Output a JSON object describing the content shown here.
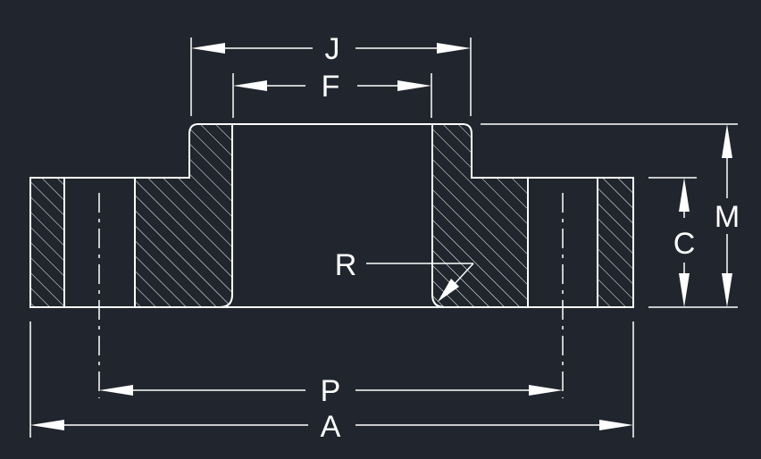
{
  "diagram": {
    "background": "#21262e",
    "line_color": "#ffffff",
    "section_style": "hatched",
    "labels": {
      "j": "J",
      "f": "F",
      "m": "M",
      "c": "C",
      "r": "R",
      "p": "P",
      "a": "A"
    }
  }
}
